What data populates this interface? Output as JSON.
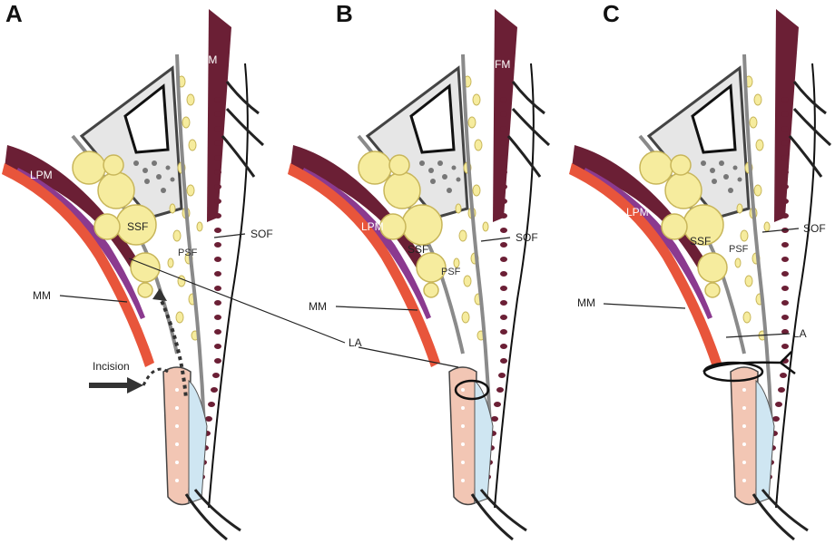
{
  "panels": [
    {
      "letter": "A"
    },
    {
      "letter": "B"
    },
    {
      "letter": "C"
    }
  ],
  "labels": {
    "fm": "FM",
    "lpm": "LPM",
    "ssf": "SSF",
    "psf": "PSF",
    "sof": "SOF",
    "mm": "MM",
    "la": "LA",
    "incision": "Incision"
  },
  "colors": {
    "muscle_dark": "#6b1f35",
    "lpm_red": "#e8553b",
    "mm_purple": "#8b3a8f",
    "fat_yellow": "#f6ec9e",
    "fat_stroke": "#c8b65a",
    "bone_gray": "#8a8a8a",
    "orbit_gray": "#e6e6e6",
    "tarsus_pink": "#f2c6b4",
    "conj_blue": "#cfe6f2"
  }
}
